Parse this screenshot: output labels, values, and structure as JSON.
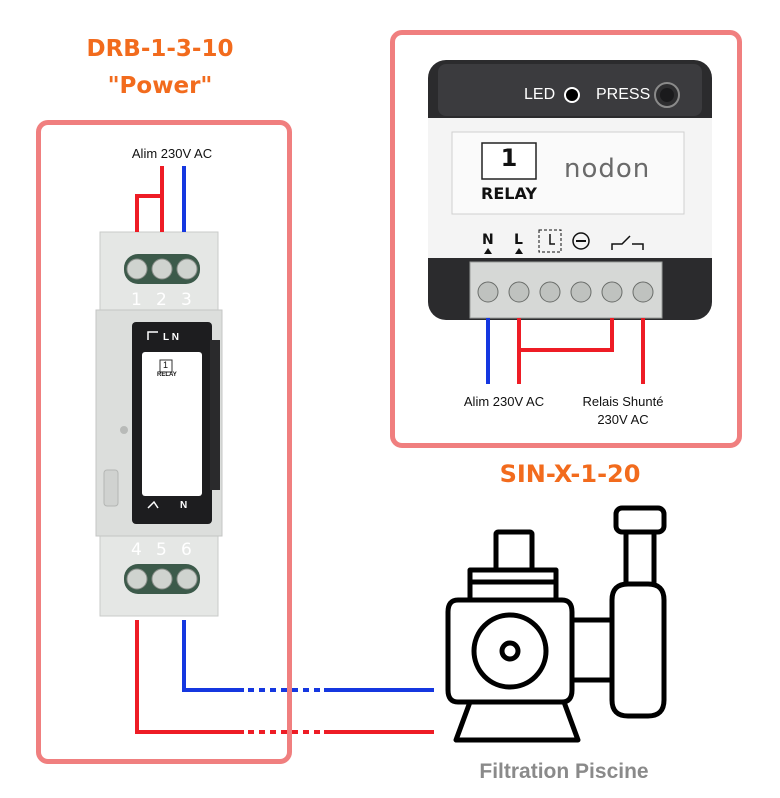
{
  "left_device": {
    "model": "DRB-1-3-10",
    "subtitle": "\"Power\"",
    "supply_label": "Alim 230V AC",
    "top_terminals": [
      "1",
      "2",
      "3"
    ],
    "bottom_terminals": [
      "4",
      "5",
      "6"
    ],
    "panel_top_symbols": "L N",
    "panel_bottom_symbols": "N",
    "badge_number": "1",
    "badge_text": "RELAY"
  },
  "right_device": {
    "model": "SIN-X-1-20",
    "led_label": "LED",
    "press_label": "PRESS",
    "relay_number": "1",
    "relay_text": "RELAY",
    "brand": "nodon",
    "terminal_n": "N",
    "terminal_l": "L",
    "supply_label": "Alim 230V AC",
    "shunt_label_line1": "Relais Shunté",
    "shunt_label_line2": "230V AC"
  },
  "load": {
    "label": "Filtration Piscine"
  },
  "colors": {
    "frame": "#f07f7f",
    "title": "#f26b1d",
    "live_wire": "#ee1c25",
    "neutral_wire": "#1537e0",
    "load_label": "#8a8a8a"
  }
}
